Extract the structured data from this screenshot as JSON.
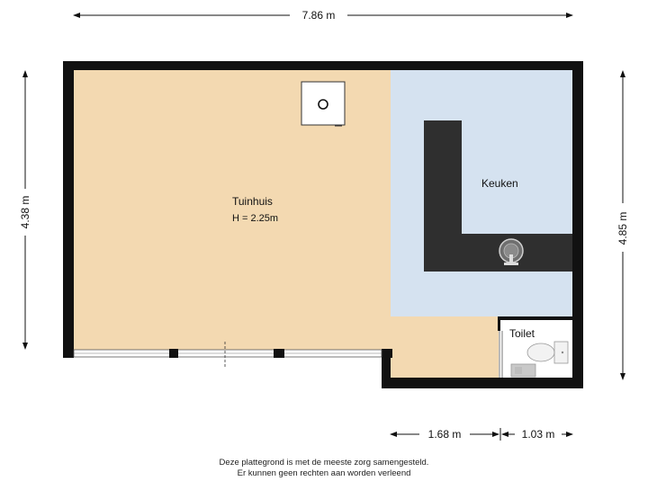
{
  "dimensions": {
    "top_width": "7.86 m",
    "left_height": "4.38 m",
    "right_height": "4.85 m",
    "bottom_segment_1": "1.68 m",
    "bottom_segment_2": "1.03 m"
  },
  "rooms": {
    "tuinhuis": {
      "name": "Tuinhuis",
      "height": "H = 2.25m"
    },
    "keuken": {
      "name": "Keuken"
    },
    "toilet": {
      "name": "Toilet"
    }
  },
  "colors": {
    "tuinhuis_floor": "#f3d9b1",
    "keuken_floor": "#d5e2f0",
    "wall": "#111111",
    "counter": "#2f2f2f"
  },
  "disclaimer": {
    "line1": "Deze plattegrond is met de meeste zorg samengesteld.",
    "line2": "Er kunnen geen rechten aan worden verleend"
  }
}
